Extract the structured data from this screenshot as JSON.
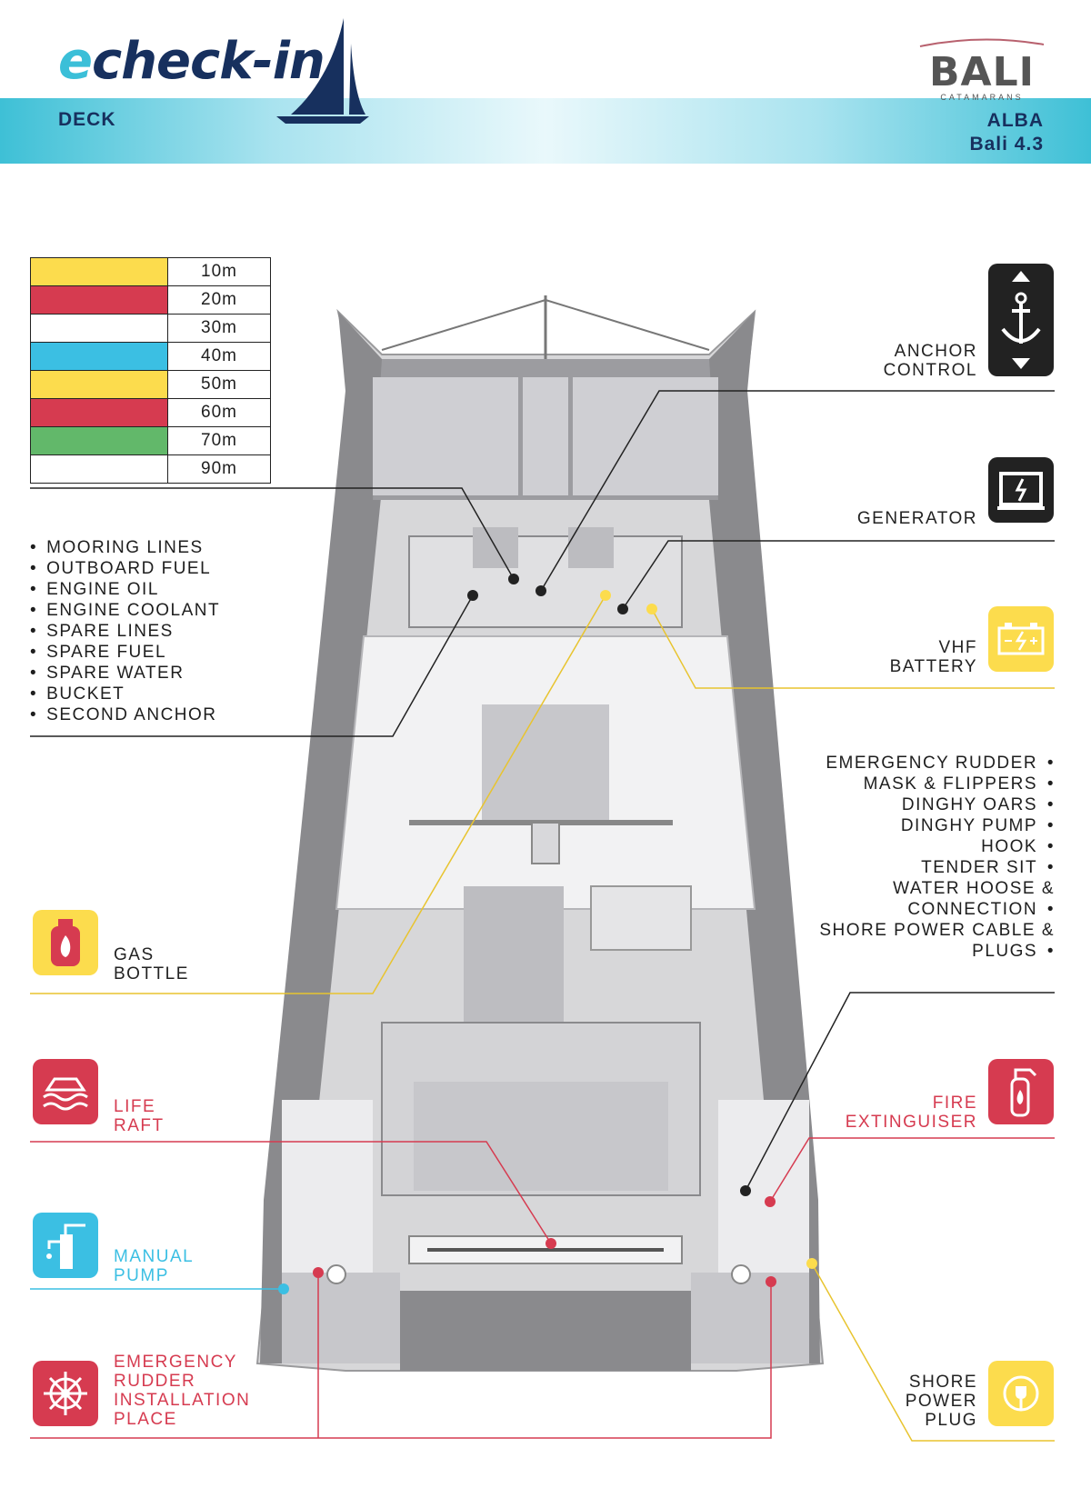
{
  "header": {
    "logo_prefix": "e",
    "logo_rest": "check-in",
    "section": "DECK",
    "boat_name": "ALBA",
    "boat_model": "Bali 4.3",
    "brand_name": "BALI",
    "brand_sub": "CATAMARANS"
  },
  "legend": [
    {
      "color": "#fcdc4d",
      "value": "10m"
    },
    {
      "color": "#d63b50",
      "value": "20m"
    },
    {
      "color": "#ffffff",
      "value": "30m"
    },
    {
      "color": "#3bbfe3",
      "value": "40m"
    },
    {
      "color": "#fcdc4d",
      "value": "50m"
    },
    {
      "color": "#d63b50",
      "value": "60m"
    },
    {
      "color": "#62b86a",
      "value": "70m"
    },
    {
      "color": "#ffffff",
      "value": "90m"
    }
  ],
  "left_locker_items": [
    "MOORING LINES",
    "OUTBOARD FUEL",
    "ENGINE OIL",
    "ENGINE COOLANT",
    "SPARE LINES",
    "SPARE FUEL",
    "SPARE WATER",
    "BUCKET",
    "SECOND ANCHOR"
  ],
  "right_locker_items": [
    "EMERGENCY RUDDER",
    "MASK & FLIPPERS",
    "DINGHY OARS",
    "DINGHY PUMP",
    "HOOK",
    "TENDER SIT",
    "WATER HOOSE & CONNECTION",
    "SHORE POWER CABLE & PLUGS"
  ],
  "callouts": {
    "anchor_control": {
      "line1": "ANCHOR",
      "line2": "CONTROL",
      "icon": "anchor-windlass-icon"
    },
    "generator": {
      "line1": "GENERATOR",
      "icon": "generator-icon"
    },
    "vhf_battery": {
      "line1": "VHF",
      "line2": "BATTERY",
      "icon": "battery-icon"
    },
    "gas_bottle": {
      "line1": "GAS",
      "line2": "BOTTLE",
      "icon": "gas-bottle-icon"
    },
    "life_raft": {
      "line1": "LIFE",
      "line2": "RAFT",
      "icon": "life-raft-icon"
    },
    "fire_extinguisher": {
      "line1": "FIRE",
      "line2": "EXTINGUISER",
      "icon": "fire-extinguisher-icon"
    },
    "manual_pump": {
      "line1": "MANUAL",
      "line2": "PUMP",
      "icon": "hand-pump-icon"
    },
    "emergency_rudder": {
      "line1": "EMERGENCY",
      "line2": "RUDDER",
      "line3": "INSTALLATION",
      "line4": "PLACE",
      "icon": "ship-wheel-icon"
    },
    "shore_power": {
      "line1": "SHORE",
      "line2": "POWER",
      "line3": "PLUG",
      "icon": "power-plug-icon"
    }
  },
  "colors": {
    "navy": "#17305e",
    "cyan": "#3bbfd8",
    "yellow": "#fcdc4d",
    "red": "#d63b50",
    "blue": "#3bbfe3",
    "dark": "#222222",
    "green": "#62b86a"
  }
}
